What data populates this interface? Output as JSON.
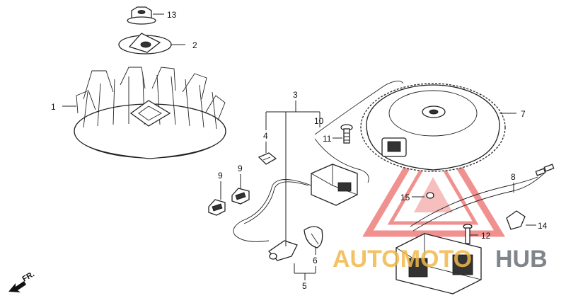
{
  "diagram": {
    "callouts": [
      {
        "id": "13",
        "label": "13"
      },
      {
        "id": "2",
        "label": "2"
      },
      {
        "id": "1",
        "label": "1"
      },
      {
        "id": "3",
        "label": "3"
      },
      {
        "id": "10",
        "label": "10"
      },
      {
        "id": "4",
        "label": "4"
      },
      {
        "id": "11",
        "label": "11"
      },
      {
        "id": "7",
        "label": "7"
      },
      {
        "id": "9a",
        "label": "9"
      },
      {
        "id": "9b",
        "label": "9"
      },
      {
        "id": "8",
        "label": "8"
      },
      {
        "id": "15",
        "label": "15"
      },
      {
        "id": "14",
        "label": "14"
      },
      {
        "id": "12",
        "label": "12"
      },
      {
        "id": "6",
        "label": "6"
      },
      {
        "id": "5",
        "label": "5"
      }
    ],
    "direction_label": "FR.",
    "watermark": {
      "part1": "AUTOMOTO",
      "part2": "HUB"
    },
    "colors": {
      "ink": "#222222",
      "watermark_red": "#e53935",
      "watermark_yellow": "#f2b84b",
      "watermark_gray": "#6b7078"
    }
  }
}
